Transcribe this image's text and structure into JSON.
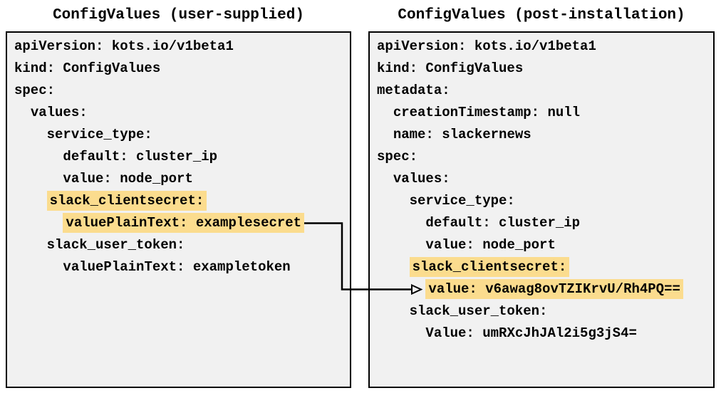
{
  "left_panel": {
    "title": "ConfigValues (user-supplied)",
    "lines": [
      {
        "indent": 0,
        "text": "apiVersion: kots.io/v1beta1",
        "highlight": false
      },
      {
        "indent": 0,
        "text": "kind: ConfigValues",
        "highlight": false
      },
      {
        "indent": 0,
        "text": "spec:",
        "highlight": false
      },
      {
        "indent": 1,
        "text": "values:",
        "highlight": false
      },
      {
        "indent": 2,
        "text": "service_type:",
        "highlight": false
      },
      {
        "indent": 3,
        "text": "default: cluster_ip",
        "highlight": false
      },
      {
        "indent": 3,
        "text": "value: node_port",
        "highlight": false
      },
      {
        "indent": 2,
        "text": "slack_clientsecret:",
        "highlight": true
      },
      {
        "indent": 3,
        "text": "valuePlainText: examplesecret",
        "highlight": true
      },
      {
        "indent": 2,
        "text": "slack_user_token:",
        "highlight": false
      },
      {
        "indent": 3,
        "text": "valuePlainText: exampletoken",
        "highlight": false
      }
    ]
  },
  "right_panel": {
    "title": "ConfigValues (post-installation)",
    "lines": [
      {
        "indent": 0,
        "text": "apiVersion: kots.io/v1beta1",
        "highlight": false
      },
      {
        "indent": 0,
        "text": "kind: ConfigValues",
        "highlight": false
      },
      {
        "indent": 0,
        "text": "metadata:",
        "highlight": false
      },
      {
        "indent": 1,
        "text": "creationTimestamp: null",
        "highlight": false
      },
      {
        "indent": 1,
        "text": "name: slackernews",
        "highlight": false
      },
      {
        "indent": 0,
        "text": "spec:",
        "highlight": false
      },
      {
        "indent": 1,
        "text": "values:",
        "highlight": false
      },
      {
        "indent": 2,
        "text": "service_type:",
        "highlight": false
      },
      {
        "indent": 3,
        "text": "default: cluster_ip",
        "highlight": false
      },
      {
        "indent": 3,
        "text": "value: node_port",
        "highlight": false
      },
      {
        "indent": 2,
        "text": "slack_clientsecret:",
        "highlight": true
      },
      {
        "indent": 3,
        "text": "value: v6awag8ovTZIKrvU/Rh4PQ==",
        "highlight": true
      },
      {
        "indent": 2,
        "text": "slack_user_token:",
        "highlight": false
      },
      {
        "indent": 3,
        "text": "Value: umRXcJhJAl2i5g3jS4=",
        "highlight": false
      }
    ]
  },
  "arrow": {
    "from_line": "valuePlainText: examplesecret",
    "to_line": "value: v6awag8ovTZIKrvU/Rh4PQ=="
  },
  "colors": {
    "highlight": "#fbdc8e",
    "panel_background": "#f1f1f1",
    "border": "#000000",
    "arrow": "#000000"
  }
}
